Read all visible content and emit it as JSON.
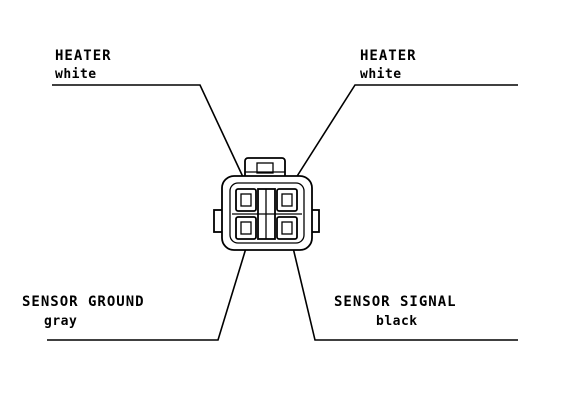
{
  "labels": {
    "heater_left": {
      "name": "HEATER",
      "color": "white"
    },
    "heater_right": {
      "name": "HEATER",
      "color": "white"
    },
    "sensor_ground": {
      "name": "SENSOR GROUND",
      "color": "gray"
    },
    "sensor_signal": {
      "name": "SENSOR SIGNAL",
      "color": "black"
    }
  },
  "colors": {
    "line": "#000000",
    "background": "#ffffff"
  }
}
